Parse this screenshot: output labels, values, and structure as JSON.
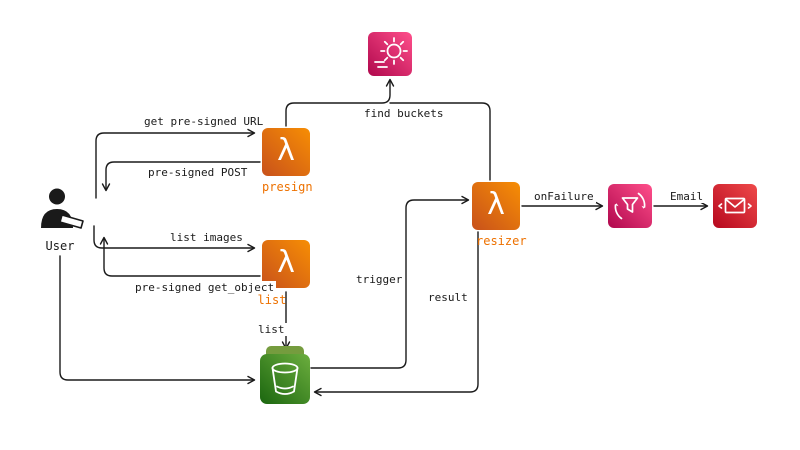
{
  "nodes": {
    "user": {
      "label": "User"
    },
    "presign": {
      "label": "presign"
    },
    "list": {
      "label": "list"
    },
    "resizer": {
      "label": "resizer"
    }
  },
  "edges": {
    "get_presigned_url": "get pre-signed URL",
    "presigned_post": "pre-signed POST",
    "list_images": "list images",
    "presigned_get_object": "pre-signed get_object",
    "find_buckets": "find buckets",
    "trigger": "trigger",
    "result": "result",
    "list": "list",
    "on_failure": "onFailure",
    "email": "Email"
  },
  "icons": {
    "lambda_glyph": "λ"
  },
  "colors": {
    "lambda_orange_dark": "#C8511B",
    "lambda_orange_light": "#F78E04",
    "pink_dark": "#B0084D",
    "pink_light": "#FF4F8B",
    "red_dark": "#B6081E",
    "red_light": "#EF4A4A",
    "green_dark": "#1B660F",
    "green_light": "#6CAE3E",
    "label_orange": "#ED7100",
    "line": "#1a1a1a"
  }
}
